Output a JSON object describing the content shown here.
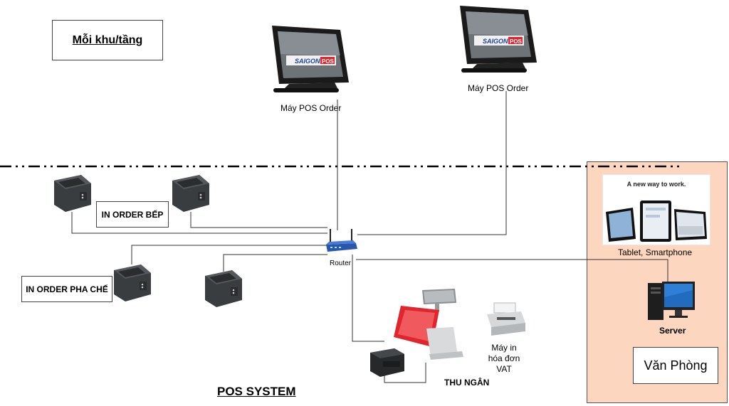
{
  "zone_label": "Mỗi khu/tầng",
  "pos_terminal_1": {
    "label": "Máy POS Order",
    "brand_a": "SAIGON",
    "brand_b": "POS"
  },
  "pos_terminal_2": {
    "label": "Máy POS Order",
    "brand_a": "SAIGON",
    "brand_b": "POS"
  },
  "kitchen_printers_label": "IN ORDER BẾP",
  "bar_printers_label": "IN ORDER PHA CHẾ",
  "router_label": "Router",
  "tablet": {
    "label": "Tablet, Smartphone",
    "banner": "A new way to work."
  },
  "server_label": "Server",
  "cashier_label": "THU NGÂN",
  "vat_printer_label": [
    "Máy in",
    "hóa đơn",
    "VAT"
  ],
  "office_label": "Văn Phòng",
  "system_label": "POS SYSTEM",
  "colors": {
    "office_bg": "#fcd6be",
    "pos_red": "#e0262c",
    "pos_blue": "#1d3f9c",
    "router_blue": "#2a56b0",
    "printer_body": "#3a3d40"
  }
}
